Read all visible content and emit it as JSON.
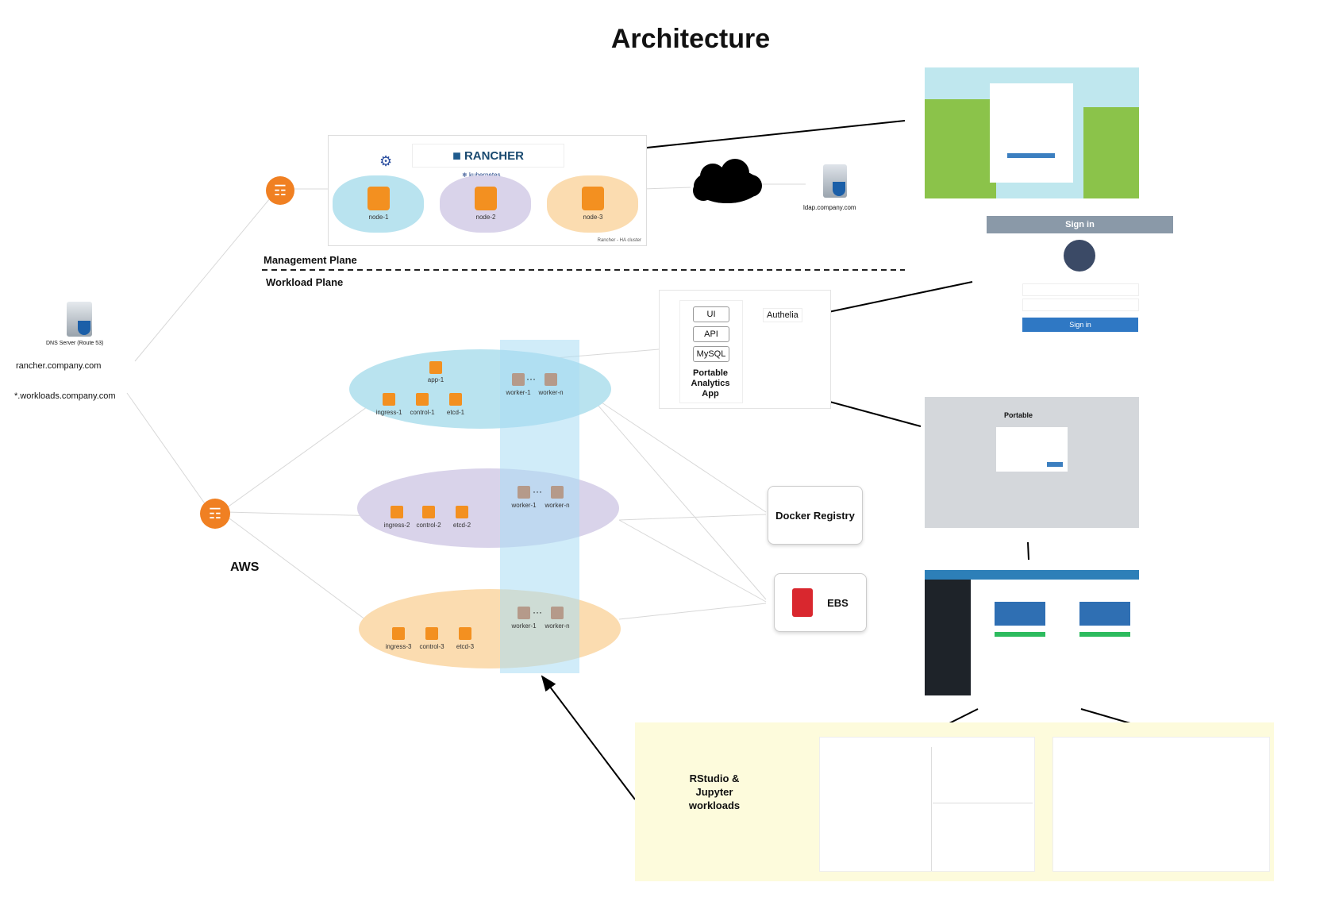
{
  "title": "Architecture",
  "planes": {
    "management": "Management Plane",
    "workload": "Workload Plane"
  },
  "rancher": {
    "logo": "RANCHER",
    "kubernetes": "kubernetes",
    "nodes": [
      "node-1",
      "node-2",
      "node-3"
    ],
    "node_sub": "",
    "footer": "Rancher - HA cluster"
  },
  "ldap": {
    "label": "ldap.company.com"
  },
  "dns": {
    "server": "DNS Server (Route 53)",
    "rancher_domain": "rancher.company.com",
    "workloads_domain": "*.workloads.company.com"
  },
  "aws_label": "AWS",
  "app_box": {
    "chips": [
      "UI",
      "API",
      "MySQL"
    ],
    "app_name": "Portable Analytics App",
    "authelia": "Authelia"
  },
  "clusters": [
    {
      "app": "app-1",
      "nodes": [
        "ingress-1",
        "control-1",
        "etcd-1"
      ],
      "workers": [
        "worker-1",
        "worker-n"
      ],
      "color": "#b9e3ef"
    },
    {
      "app": "",
      "nodes": [
        "ingress-2",
        "control-2",
        "etcd-2"
      ],
      "workers": [
        "worker-1",
        "worker-n"
      ],
      "color": "#d9d3ea"
    },
    {
      "app": "",
      "nodes": [
        "ingress-3",
        "control-3",
        "etcd-3"
      ],
      "workers": [
        "worker-1",
        "worker-n"
      ],
      "color": "#fbdcb0"
    }
  ],
  "docker_registry": "Docker Registry",
  "ebs": "EBS",
  "signin": {
    "header": "Sign in",
    "button": "Sign in"
  },
  "portable_login": {
    "title": "Portable"
  },
  "workloads_label": "RStudio & Jupyter workloads",
  "colors": {
    "aws_orange": "#f08022",
    "node_orange": "#f39020",
    "ebs_red": "#d9272e",
    "highlight_blue": "#a9dcf4",
    "workloads_yellow": "#fdfbdc"
  }
}
